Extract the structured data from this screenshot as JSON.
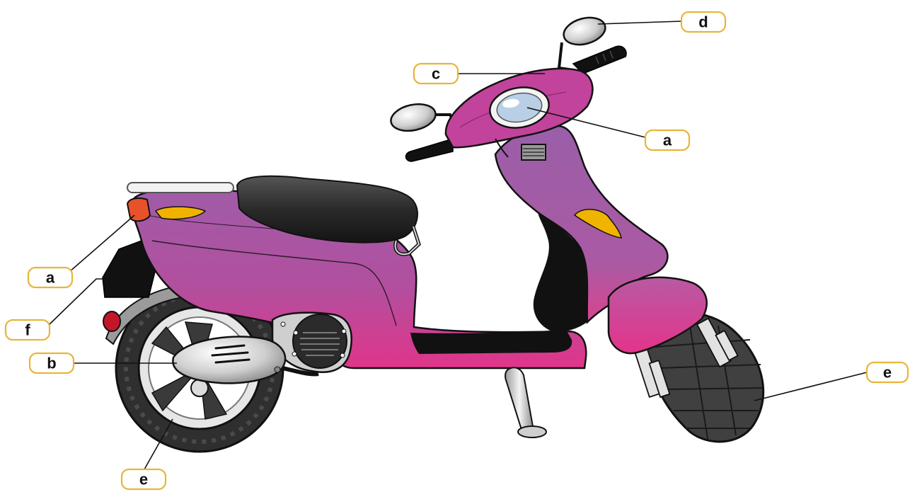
{
  "colors": {
    "body_main": "#a65aa8",
    "body_pink": "#d73d8e",
    "seat": "#2b2b2b",
    "tire": "#3a3a3a",
    "label_border": "#e8b53a",
    "indicator": "#f0b400",
    "tail_light": "#e8522a",
    "reflector": "#c4162b",
    "chrome": "#d8d8d8"
  },
  "labels": [
    {
      "id": "a_front",
      "text": "a",
      "part": "headlight"
    },
    {
      "id": "a_rear",
      "text": "a",
      "part": "tail-light"
    },
    {
      "id": "b",
      "text": "b",
      "part": "exhaust"
    },
    {
      "id": "c",
      "text": "c",
      "part": "handlebar"
    },
    {
      "id": "d",
      "text": "d",
      "part": "mirror"
    },
    {
      "id": "e_front",
      "text": "e",
      "part": "front-tyre"
    },
    {
      "id": "e_rear",
      "text": "e",
      "part": "rear-tyre"
    },
    {
      "id": "f",
      "text": "f",
      "part": "mudguard"
    }
  ]
}
